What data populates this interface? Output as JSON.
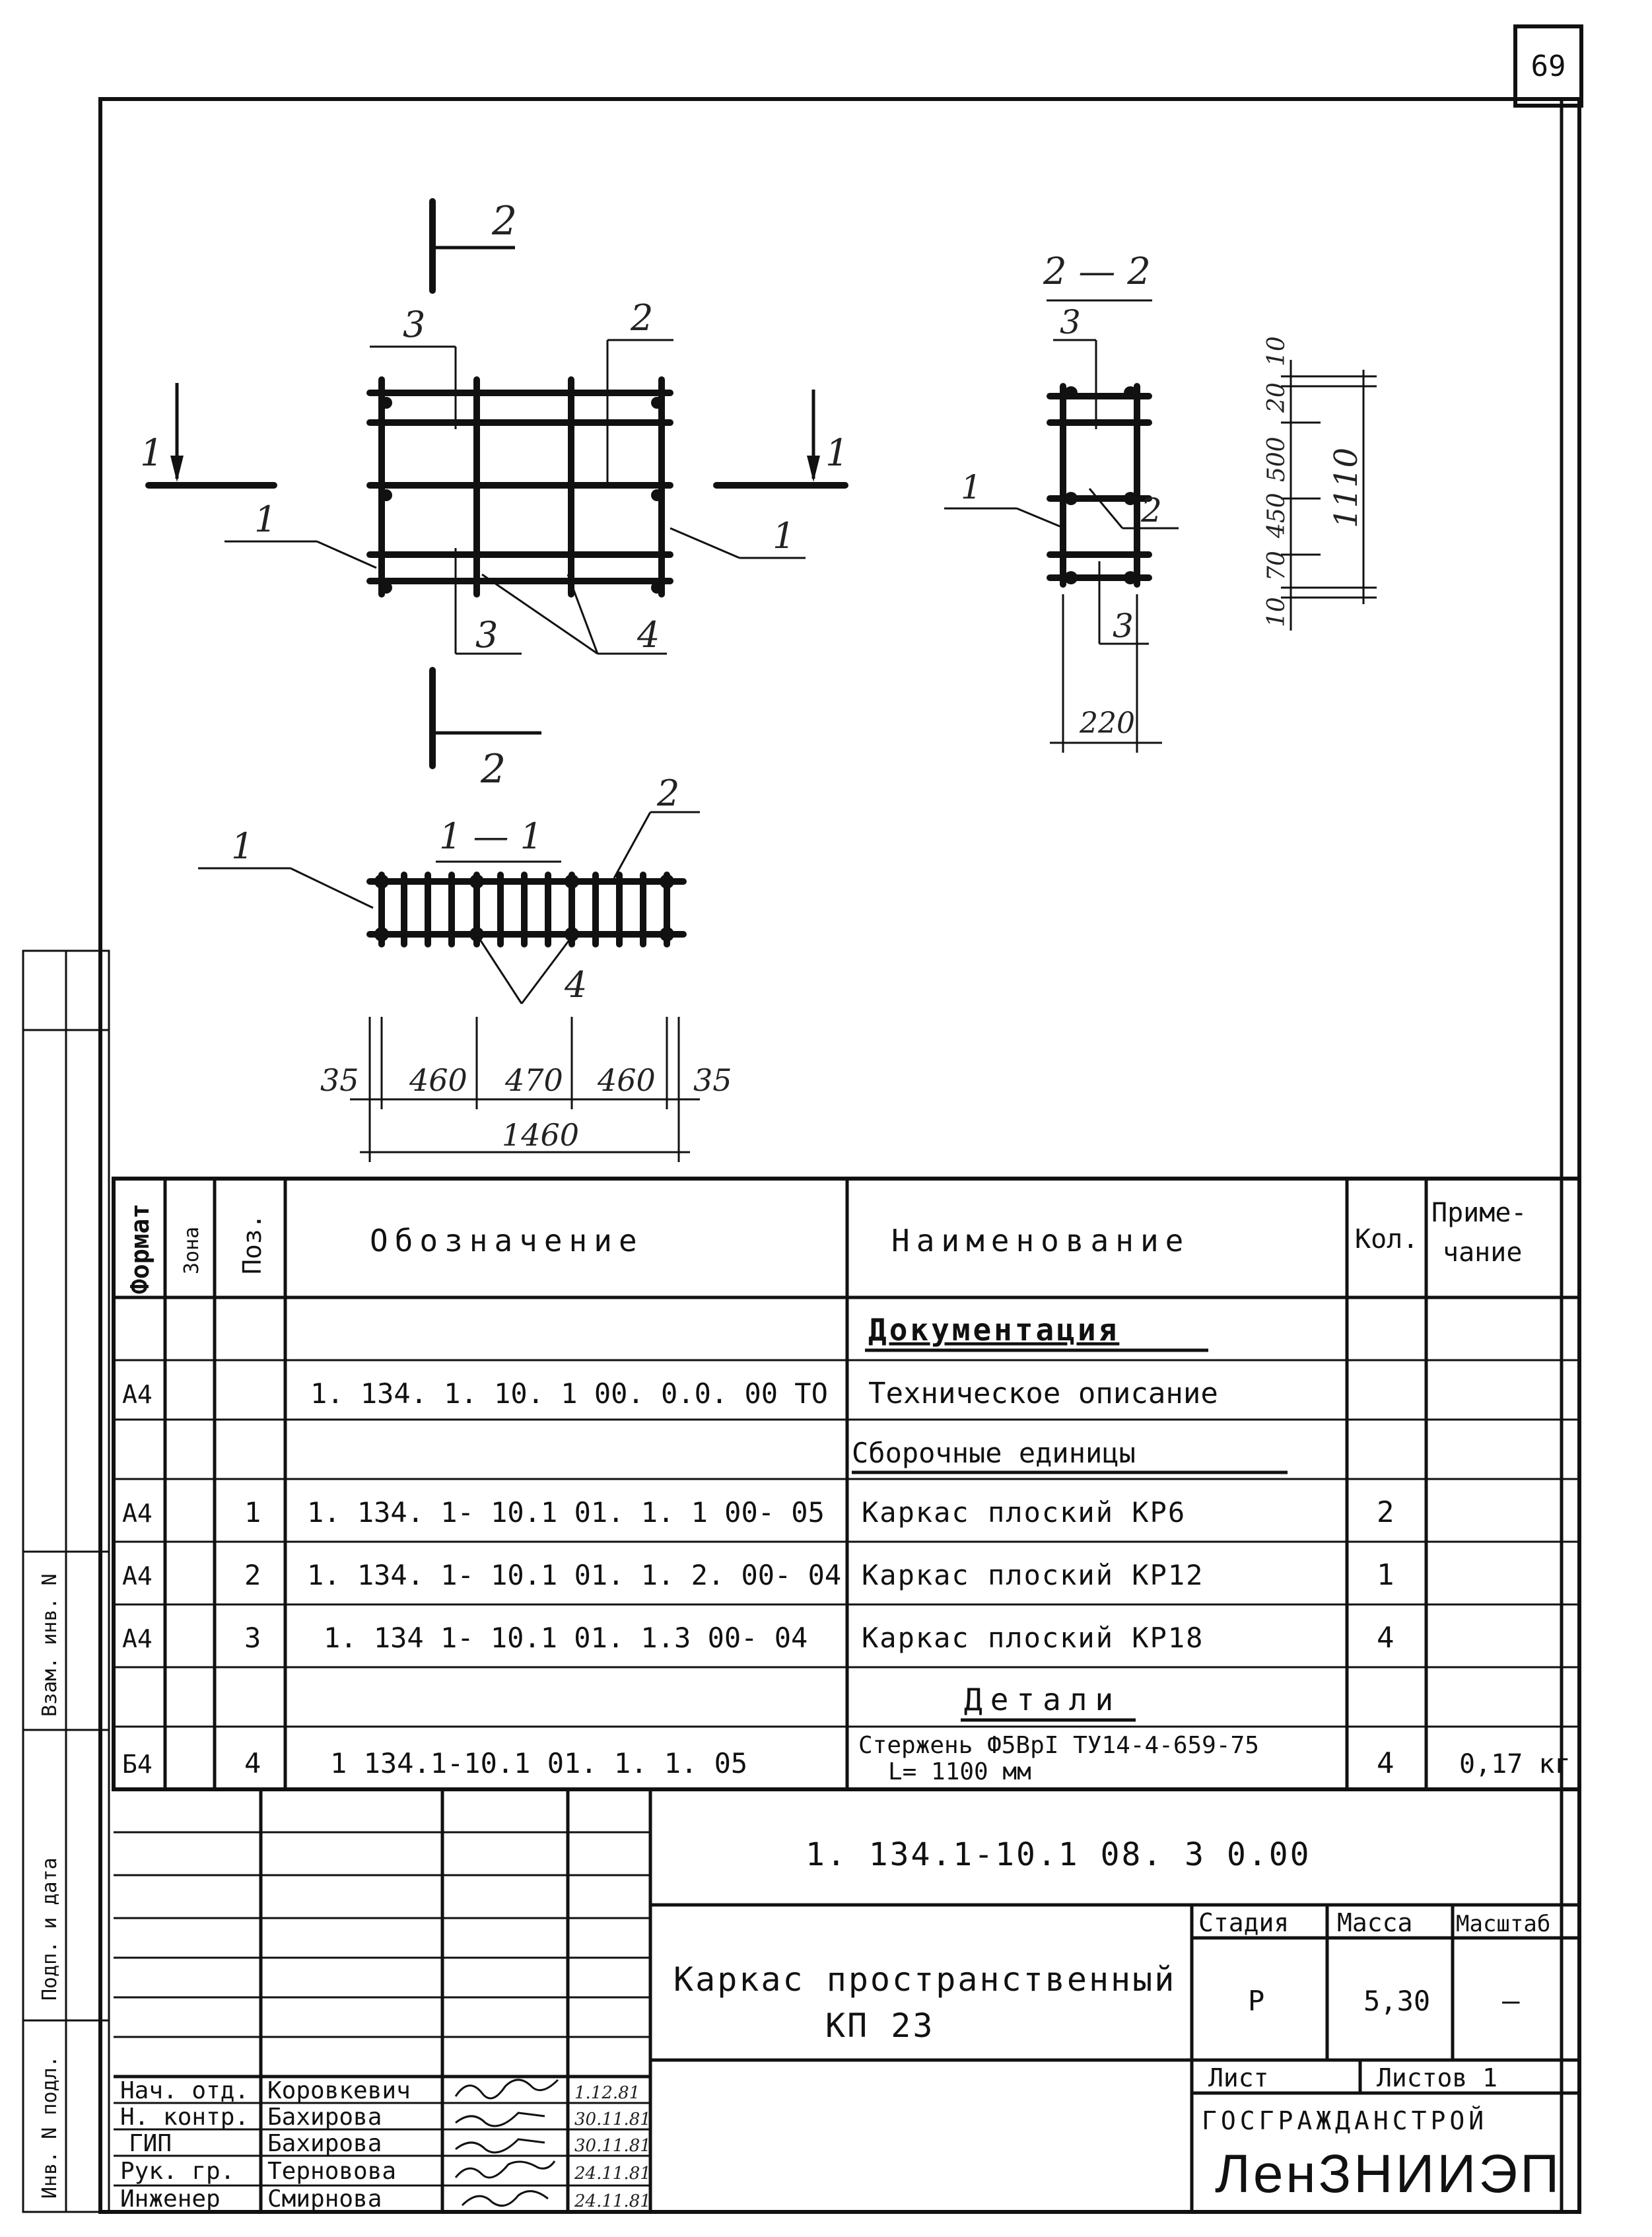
{
  "page_number": "69",
  "views": {
    "section_2_label": "2",
    "section_1_label": "1",
    "section_1_1_title": "1 — 1",
    "section_2_2_title": "2 — 2",
    "callouts": {
      "p1": "1",
      "p2": "2",
      "p3": "3",
      "p4": "4"
    },
    "dims_1_1": {
      "d1": "35",
      "d2": "460",
      "d3": "470",
      "d4": "460",
      "d5": "35",
      "total": "1460"
    },
    "dims_2_2": {
      "d1": "10",
      "d2": "20",
      "d3": "500",
      "d4": "450",
      "d5": "70",
      "d6": "10",
      "total": "1110",
      "width": "220"
    }
  },
  "spec_table": {
    "headers": {
      "format": "Формат",
      "zone": "Зона",
      "pos": "Поз.",
      "designation": "Обозначение",
      "name": "Наименование",
      "qty": "Кол.",
      "note": "Приме-\nчание"
    },
    "rows": [
      {
        "format": "",
        "pos": "",
        "designation": "",
        "name": "Документация",
        "qty": "",
        "note": ""
      },
      {
        "format": "А4",
        "pos": "",
        "designation": "1. 134. 1. 10. 1 00. 0.0. 00 ТО",
        "name": "Техническое  описание",
        "qty": "",
        "note": ""
      },
      {
        "format": "",
        "pos": "",
        "designation": "",
        "name": "Сборочные единицы",
        "qty": "",
        "note": ""
      },
      {
        "format": "А4",
        "pos": "1",
        "designation": "1. 134. 1- 10.1 01. 1. 1 00- 05",
        "name": "Каркас  плоский  КР6",
        "qty": "2",
        "note": ""
      },
      {
        "format": "А4",
        "pos": "2",
        "designation": "1. 134. 1- 10.1 01. 1. 2. 00- 04",
        "name": "Каркас  плоский  КР12",
        "qty": "1",
        "note": ""
      },
      {
        "format": "А4",
        "pos": "3",
        "designation": "1. 134 1- 10.1 01. 1.3 00- 04",
        "name": "Каркас  плоский  КР18",
        "qty": "4",
        "note": ""
      },
      {
        "format": "",
        "pos": "",
        "designation": "",
        "name": "Детали",
        "qty": "",
        "note": ""
      },
      {
        "format": "Б4",
        "pos": "4",
        "designation": "1 134.1-10.1 01. 1. 1. 05",
        "name": "Стержень Ф5ВрI ТУ14-4-659-75\nL= 1100 мм",
        "qty": "4",
        "note": "0,17 кг"
      }
    ]
  },
  "title_block": {
    "doc_code": "1. 134.1-10.1 08. 3 0.00",
    "title_line1": "Каркас пространственный",
    "title_line2": "КП 23",
    "stage_label": "Стадия",
    "mass_label": "Масса",
    "scale_label": "Масштаб",
    "stage": "Р",
    "mass": "5,30",
    "scale": "—",
    "sheet_label": "Лист",
    "sheets_label": "Листов 1",
    "org_line1": "ГОСГРАЖДАНСТРОЙ",
    "org_line2": "ЛенЗНИИЭП",
    "signers": [
      {
        "role": "Нач. отд.",
        "name": "Коровкевич",
        "date": "1.12.81"
      },
      {
        "role": "Н. контр.",
        "name": "Бахирова",
        "date": "30.11.81"
      },
      {
        "role": "ГИП",
        "name": "Бахирова",
        "date": "30.11.81"
      },
      {
        "role": "Рук. гр.",
        "name": "Терновова",
        "date": "24.11.81"
      },
      {
        "role": "Инженер",
        "name": "Смирнова",
        "date": "24.11.81"
      }
    ]
  },
  "side_stamp": {
    "inv_podl": "Инв. N подл.",
    "podp_data": "Подп. и дата",
    "vzam_inv": "Взам. инв. N"
  }
}
